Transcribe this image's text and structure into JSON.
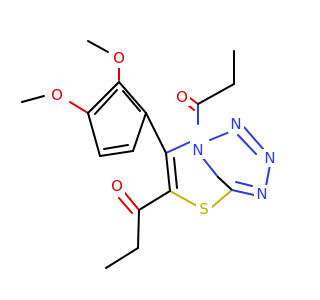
{
  "molecule": {
    "atoms": [
      {
        "element": "O",
        "label": "O",
        "color": "#e00000"
      },
      {
        "element": "O",
        "label": "O",
        "color": "#e00000"
      },
      {
        "element": "O",
        "label": "O",
        "color": "#e00000"
      },
      {
        "element": "O",
        "label": "O",
        "color": "#e00000"
      },
      {
        "element": "N",
        "label": "N",
        "color": "#2f3bd6"
      },
      {
        "element": "N",
        "label": "N",
        "color": "#2f3bd6"
      },
      {
        "element": "N",
        "label": "N",
        "color": "#2f3bd6"
      },
      {
        "element": "N",
        "label": "N",
        "color": "#2f3bd6"
      },
      {
        "element": "S",
        "label": "S",
        "color": "#b8b800"
      }
    ]
  },
  "colors": {
    "carbon_bond": "#000000",
    "nitrogen": "#2f3bd6",
    "oxygen": "#e00000",
    "sulfur": "#b8b800",
    "background": "#ffffff"
  }
}
